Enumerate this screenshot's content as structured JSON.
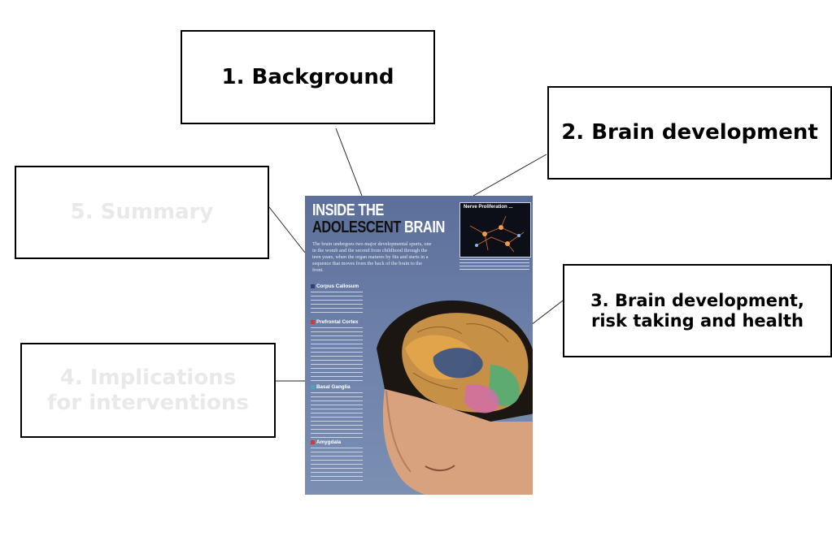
{
  "boxes": {
    "background": "1.  Background",
    "brain_development": "2.  Brain development",
    "risk_taking": [
      "3.   Brain development,",
      "risk taking and health"
    ],
    "interventions": [
      "4.  Implications",
      "for interventions"
    ],
    "summary": "5.  Summary"
  },
  "poster": {
    "title_line1": "INSIDE THE",
    "title_line2_dark": "ADOLESCENT",
    "title_line2_light": "BRAIN",
    "intro": "The brain undergoes two major developmental spurts, one in the womb and the second from childhood through the teen years, when the organ matures by fits and starts in a sequence that moves from the back of the brain to the front.",
    "inset_label": "Nerve Proliferation ...",
    "sections": [
      "Corpus Callosum",
      "Prefrontal Cortex",
      "Basal Ganglia",
      "Amygdala"
    ]
  },
  "colors": {
    "box_border": "#000000",
    "dimmed_text": "#e9e9e9",
    "poster_bg": "#5b6f9a"
  }
}
